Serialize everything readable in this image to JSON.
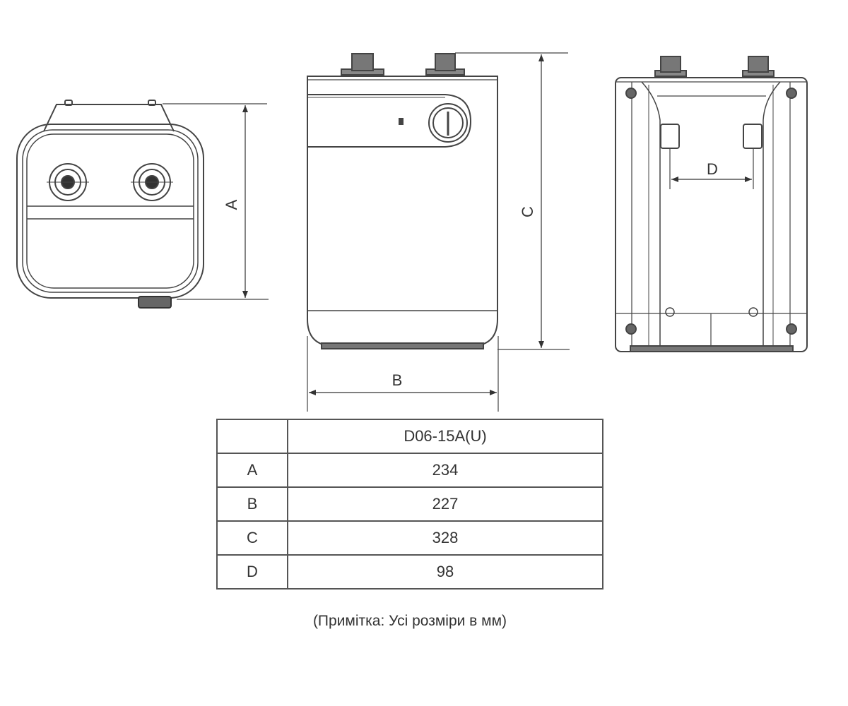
{
  "dimension_labels": {
    "a": "A",
    "b": "B",
    "c": "C",
    "d": "D"
  },
  "table": {
    "header_empty": "",
    "model": "D06-15A(U)",
    "rows": [
      {
        "key": "A",
        "value": "234"
      },
      {
        "key": "B",
        "value": "227"
      },
      {
        "key": "C",
        "value": "328"
      },
      {
        "key": "D",
        "value": "98"
      }
    ]
  },
  "note": "(Примітка: Усі розміри в мм)",
  "colors": {
    "line": "#444444",
    "text": "#333333"
  }
}
